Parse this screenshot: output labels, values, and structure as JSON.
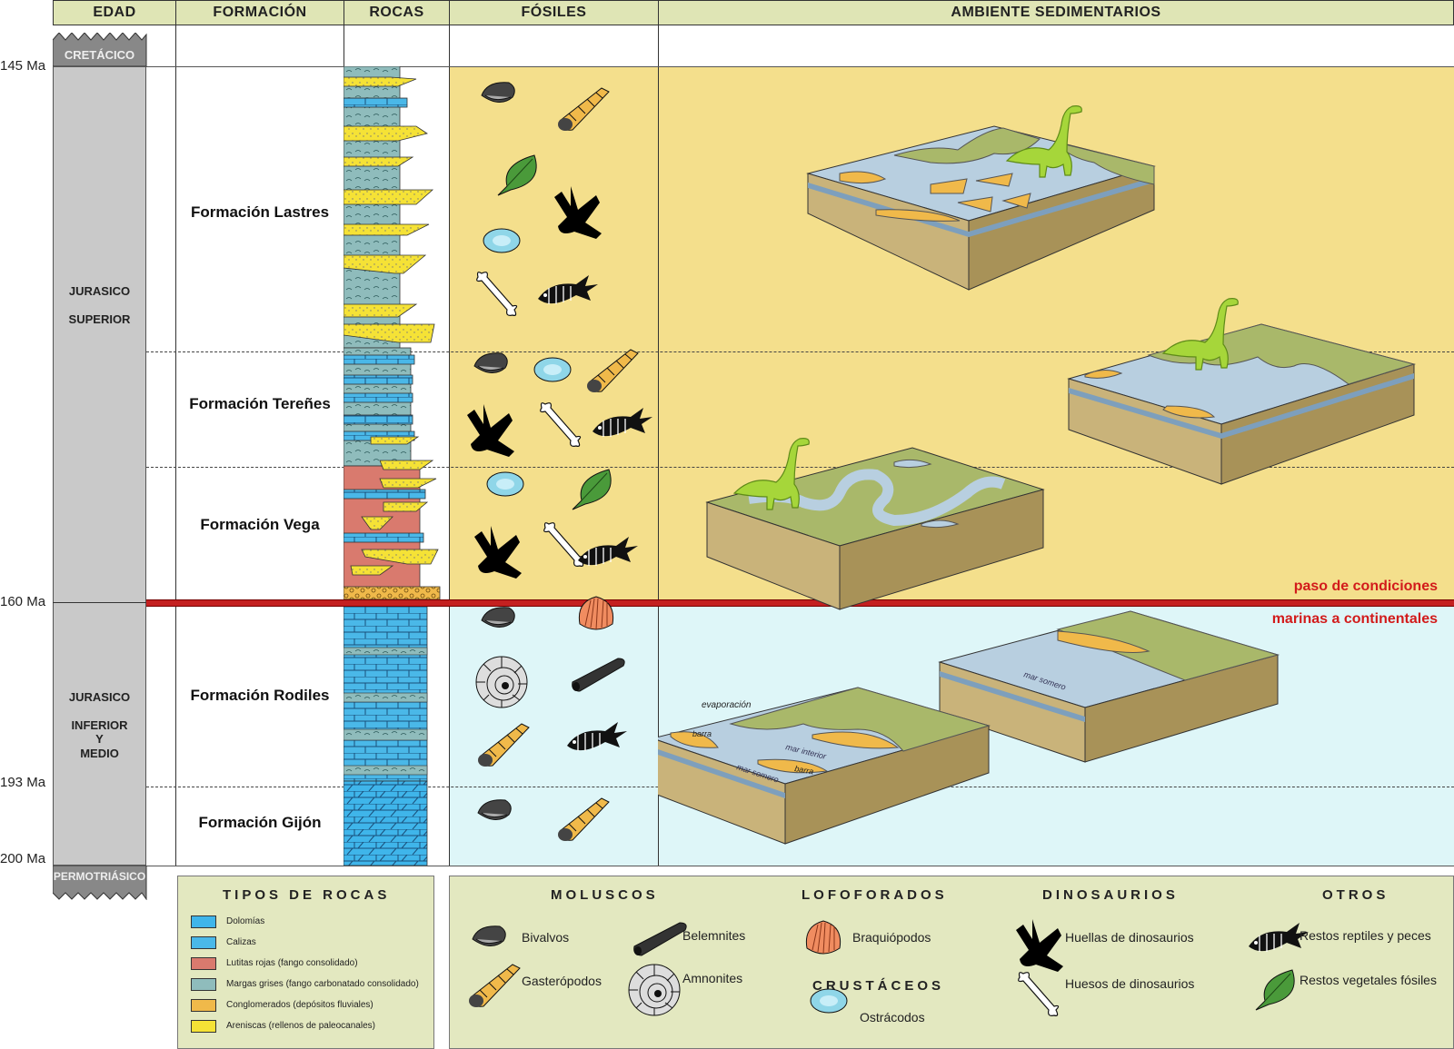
{
  "headers": {
    "age": "EDAD",
    "formation": "FORMACIÓN",
    "rocks": "ROCAS",
    "fossils": "FÓSILES",
    "environment": "AMBIENTE SEDIMENTARIOS"
  },
  "ages": {
    "ma_145": "145 Ma",
    "ma_160": "160 Ma",
    "ma_193": "193 Ma",
    "ma_200": "200 Ma",
    "cretaceous": "CRETÁCICO",
    "upper_jurassic_1": "JURASICO",
    "upper_jurassic_2": "SUPERIOR",
    "lower_jurassic_1": "JURASICO",
    "lower_jurassic_2": "INFERIOR",
    "lower_jurassic_3": "Y",
    "lower_jurassic_4": "MEDIO",
    "permotriassic": "PERMOTRIÁSICO"
  },
  "formations": {
    "lastres": "Formación Lastres",
    "terenes": "Formación Tereñes",
    "vega": "Formación Vega",
    "rodiles": "Formación Rodiles",
    "gijon": "Formación Gijón"
  },
  "notes": {
    "transition_1": "paso de condiciones",
    "transition_2": "marinas a continentales"
  },
  "block_labels": {
    "evaporation": "evaporación",
    "bar_1": "barra",
    "bar_2": "barra",
    "inner_sea": "mar interior",
    "shallow_sea_1": "mar somero",
    "shallow_sea_2": "mar somero"
  },
  "legend": {
    "rock_types_title": "TIPOS DE ROCAS",
    "rocks": [
      {
        "label": "Dolomías",
        "color": "#3fb5ea"
      },
      {
        "label": "Calizas",
        "color": "#4ab8e8"
      },
      {
        "label": "Lutitas rojas (fango consolidado)",
        "color": "#d97a6e"
      },
      {
        "label": "Margas grises (fango carbonatado consolidado)",
        "color": "#8fbcbc"
      },
      {
        "label": "Conglomerados (depósitos fluviales)",
        "color": "#f0b94a"
      },
      {
        "label": "Areniscas (rellenos de paleocanales)",
        "color": "#f5e236"
      }
    ],
    "molluscs_title": "MOLUSCOS",
    "bivalves": "Bivalvos",
    "gastropods": "Gasterópodos",
    "belemnites": "Belemnites",
    "ammonites": "Amnonites",
    "lophophorates_title": "LOFOFORADOS",
    "brachiopods": "Braquiópodos",
    "crustaceans_title": "CRUSTÁCEOS",
    "ostracods": "Ostrácodos",
    "dinosaurs_title": "DINOSAURIOS",
    "dino_tracks": "Huellas de dinosaurios",
    "dino_bones": "Huesos de dinosaurios",
    "others_title": "OTROS",
    "reptile_fish": "Restos reptiles y peces",
    "plant_fossils": "Restos vegetales fósiles"
  },
  "colors": {
    "continental_bg": "#f4df8c",
    "marine_bg": "#def6f8",
    "transition_line": "#c42020",
    "header_bg": "#dfe5b5",
    "legend_bg": "#e3e8c0"
  }
}
